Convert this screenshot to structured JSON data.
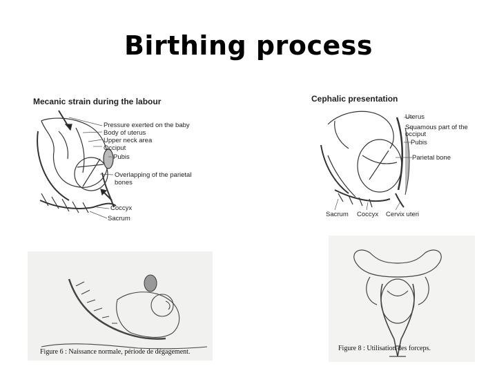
{
  "slide": {
    "title": "Birthing process"
  },
  "panel_a": {
    "heading": "Mecanic strain during the labour",
    "labels": [
      "Pressure exerted on the baby",
      "Body of uterus",
      "Upper neck area",
      "Occiput",
      "Pubis",
      "Overlapping of the parietal",
      "bones",
      "Coccyx",
      "Sacrum"
    ]
  },
  "panel_b": {
    "heading": "Cephalic presentation",
    "labels": [
      "Uterus",
      "Squamous part of the",
      "occiput",
      "Pubis",
      "Parietal bone",
      "Sacrum",
      "Coccyx",
      "Cervix uteri"
    ]
  },
  "panel_c": {
    "caption": "Figure 6 : Naissance normale, période de dégagement."
  },
  "panel_d": {
    "caption": "Figure 8 : Utilisation des forceps."
  }
}
